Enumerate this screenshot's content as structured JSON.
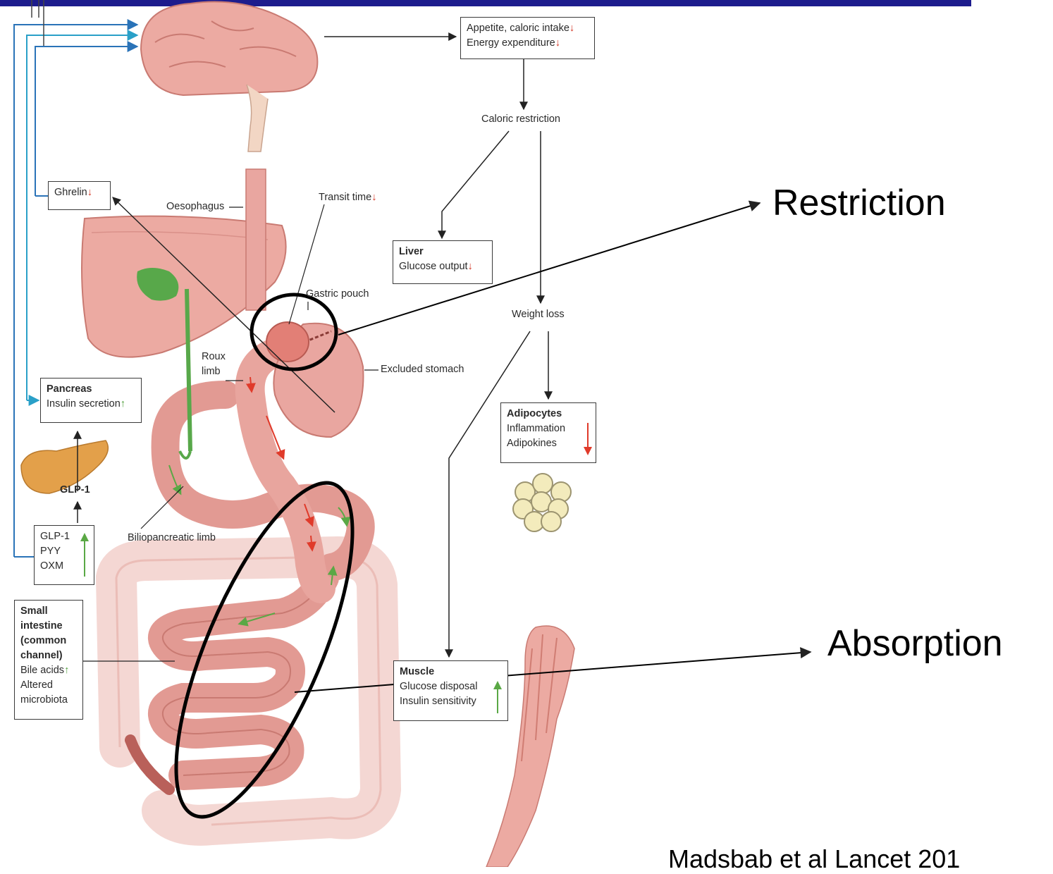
{
  "header": {
    "bar_color": "#1d1c8d"
  },
  "boxes": {
    "appetite": {
      "line1": "Appetite, caloric intake",
      "line2": "Energy expenditure",
      "arrow": "↓"
    },
    "ghrelin": {
      "label": "Ghrelin",
      "arrow": "↓"
    },
    "liver": {
      "title": "Liver",
      "line": "Glucose output",
      "arrow": "↓"
    },
    "pancreas": {
      "title": "Pancreas",
      "line": "Insulin secretion",
      "arrow": "↑"
    },
    "hormones": {
      "lines": [
        "GLP-1",
        "PYY",
        "OXM"
      ]
    },
    "small_intestine": {
      "title": "Small intestine (common channel)",
      "lines": [
        "Bile acids",
        "Altered microbiota"
      ],
      "arrow": "↑"
    },
    "adipocytes": {
      "title": "Adipocytes",
      "lines": [
        "Inflammation",
        "Adipokines"
      ]
    },
    "muscle": {
      "title": "Muscle",
      "lines": [
        "Glucose disposal",
        "Insulin sensitivity"
      ]
    }
  },
  "labels": {
    "caloric_restriction": "Caloric restriction",
    "weight_loss": "Weight loss",
    "oesophagus": "Oesophagus",
    "transit_time": "Transit time",
    "gastric_pouch": "Gastric pouch",
    "roux_limb": "Roux limb",
    "excluded_stomach": "Excluded stomach",
    "biliopancreatic_limb": "Biliopancreatic limb",
    "glp1": "GLP-1"
  },
  "annotations": {
    "restriction": "Restriction",
    "absorption": "Absorption",
    "citation": "Madsbab et al Lancet 201"
  },
  "colors": {
    "organ_fill": "#ecaaa2",
    "organ_dark": "#c97a72",
    "intestine_fill": "#e29a93",
    "colon_fill": "#f5d7d3",
    "gall_green": "#58a84a",
    "pancreas_orange": "#e3a04a",
    "red_arrow": "#e03a2a",
    "green_arrow": "#5aa845",
    "blue_line": "#2a73b8",
    "cyan_line": "#2aa0c8"
  }
}
